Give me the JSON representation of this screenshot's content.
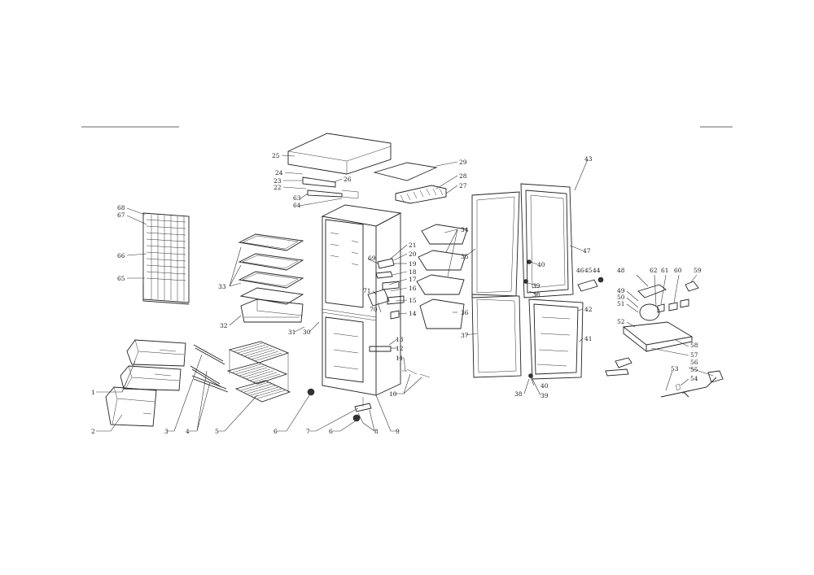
{
  "labels": {
    "l1": "1",
    "l2": "2",
    "l3": "3",
    "l4": "4",
    "l5": "5",
    "l6": "6",
    "l6b": "6",
    "l7": "7",
    "l8": "8",
    "l9": "9",
    "l10": "10",
    "l11": "11",
    "l12": "12",
    "l13": "13",
    "l14": "14",
    "l15": "15",
    "l16": "16",
    "l17": "17",
    "l18": "18",
    "l19": "19",
    "l20": "20",
    "l21": "21",
    "l22": "22",
    "l23": "23",
    "l24": "24",
    "l25": "25",
    "l26": "26",
    "l27": "27",
    "l28": "28",
    "l29": "29",
    "l30": "30",
    "l31": "31",
    "l32": "32",
    "l33": "33",
    "l34": "34",
    "l35": "35",
    "l36": "36",
    "l37": "37",
    "l38a": "38",
    "l38b": "38",
    "l39a": "39",
    "l39b": "39",
    "l40a": "40",
    "l40b": "40",
    "l41": "41",
    "l42": "42",
    "l43": "43",
    "l44": "44",
    "l45": "45",
    "l46": "46",
    "l47": "47",
    "l48": "48",
    "l49": "49",
    "l50": "50",
    "l51": "51",
    "l52": "52",
    "l53": "53",
    "l54": "54",
    "l55": "55",
    "l56": "56",
    "l57": "57",
    "l58": "58",
    "l59": "59",
    "l60": "60",
    "l61": "61",
    "l62": "62",
    "l63": "63",
    "l64": "64",
    "l65": "65",
    "l66": "66",
    "l67": "67",
    "l68": "68",
    "l69": "69",
    "l70": "70",
    "l71": "71"
  }
}
